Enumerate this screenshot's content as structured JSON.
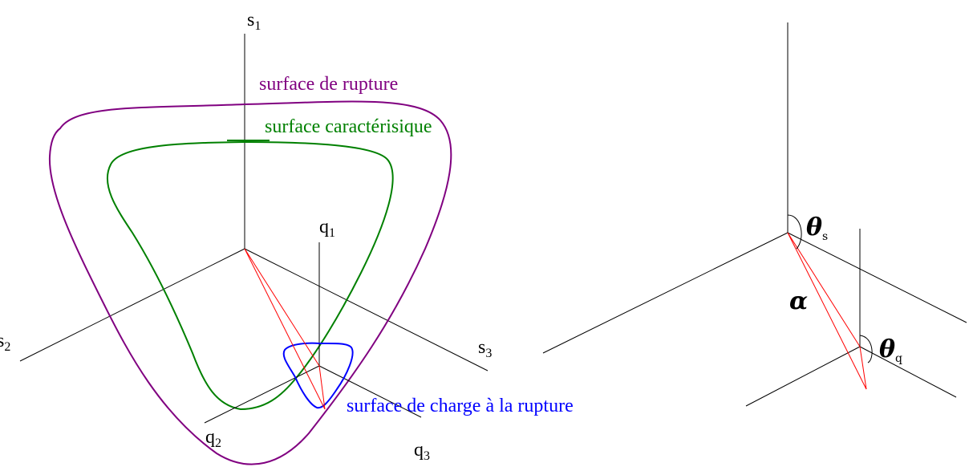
{
  "left_diagram": {
    "axis_labels": {
      "s1": {
        "base": "s",
        "sub": "1"
      },
      "s2": {
        "base": "s",
        "sub": "2"
      },
      "s3": {
        "base": "s",
        "sub": "3"
      },
      "q1": {
        "base": "q",
        "sub": "1"
      },
      "q2": {
        "base": "q",
        "sub": "2"
      },
      "q3": {
        "base": "q",
        "sub": "3"
      }
    },
    "curves": {
      "rupture": {
        "label": "surface de rupture",
        "color": "#800080"
      },
      "characteristic": {
        "label": "surface caractérisique",
        "color": "#008000"
      },
      "charge": {
        "label": "surface de charge à la rupture",
        "color": "#0000ff"
      }
    },
    "vector_color": "#ff0000"
  },
  "right_diagram": {
    "theta_s": {
      "symbol": "θ",
      "sub": "s"
    },
    "alpha": {
      "symbol": "α"
    },
    "theta_q": {
      "symbol": "θ",
      "sub": "q"
    },
    "vector_color": "#ff0000"
  }
}
